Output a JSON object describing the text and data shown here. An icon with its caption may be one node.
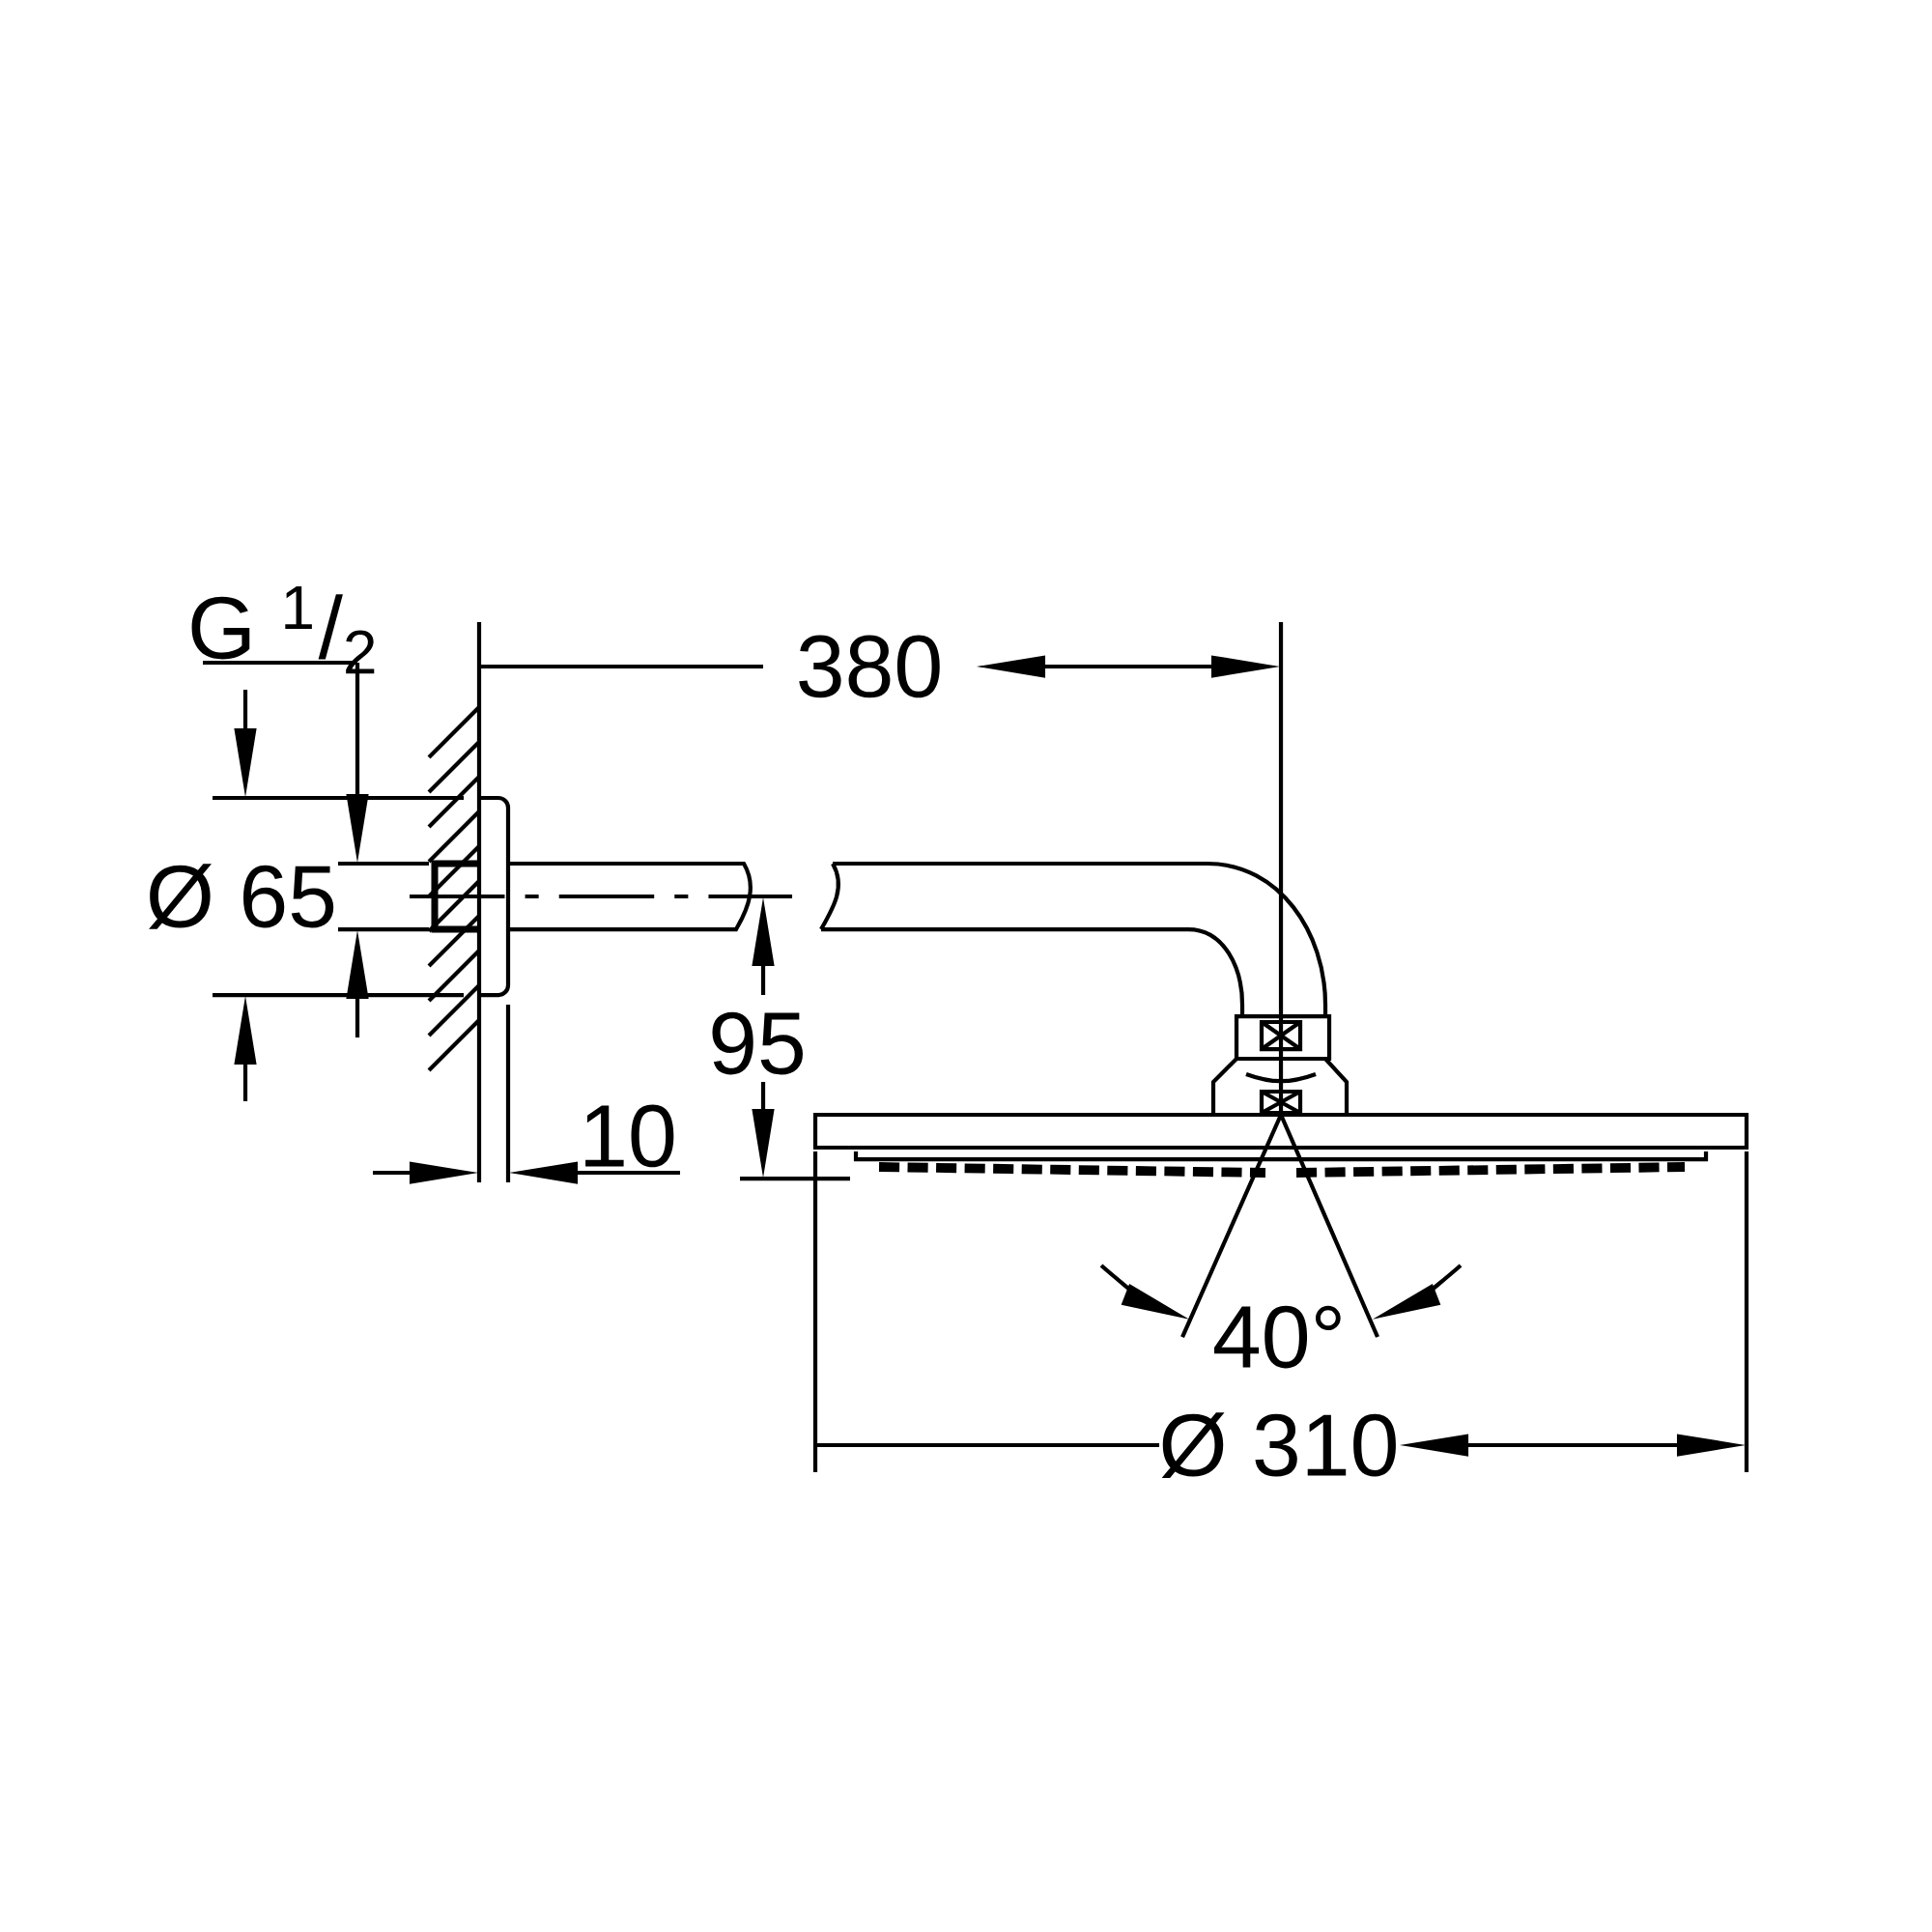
{
  "diagram": {
    "labels": [
      "G $^{1}$/$_{2}$",
      "Ø 65",
      "380",
      "95",
      "10",
      "40°",
      "Ø 310"
    ]
  }
}
